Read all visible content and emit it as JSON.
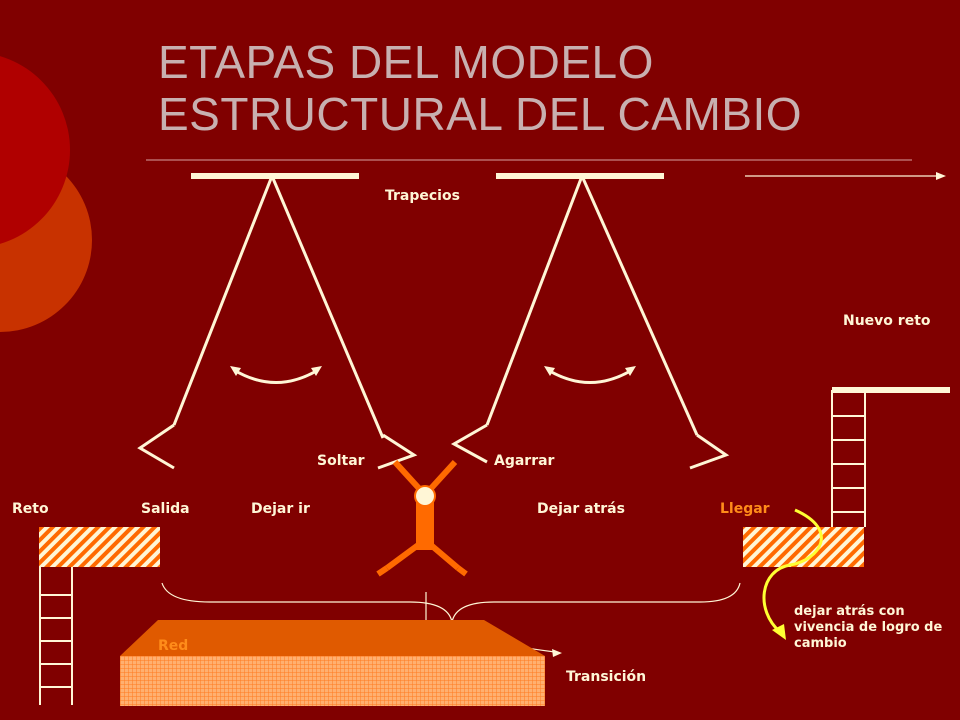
{
  "slide": {
    "title_line1": "ETAPAS DEL MODELO",
    "title_line2": "ESTRUCTURAL DEL CAMBIO"
  },
  "labels": {
    "trapecios": "Trapecios",
    "nuevo_reto": "Nuevo reto",
    "soltar": "Soltar",
    "agarrar": "Agarrar",
    "reto": "Reto",
    "salida": "Salida",
    "dejar_ir": "Dejar ir",
    "dejar_atras": "Dejar atrás",
    "llegar": "Llegar",
    "red": "Red",
    "transicion": "Transición",
    "note": "dejar atrás con vivencia de logro de cambio"
  },
  "colors": {
    "background": "#800000",
    "accent_orange": "#ff6a00",
    "cream": "#fff6d6",
    "net": "#e05a00",
    "yellow": "#ffff33"
  }
}
